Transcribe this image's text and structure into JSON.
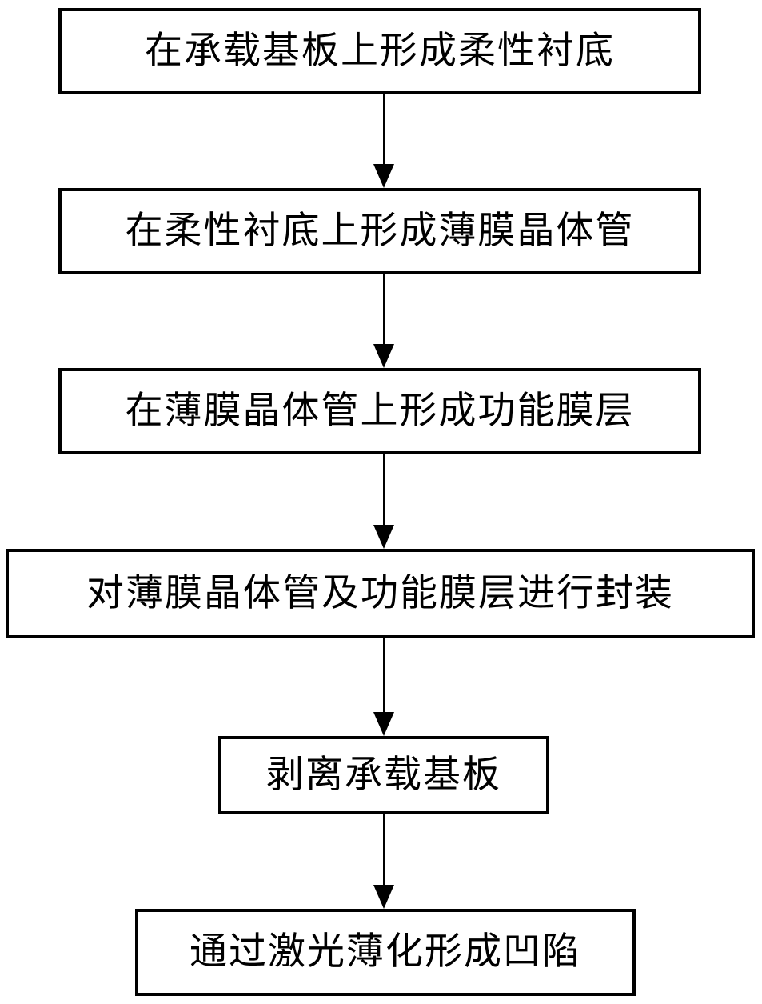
{
  "diagram": {
    "type": "flowchart",
    "orientation": "vertical-top-to-bottom",
    "background_color": "#ffffff",
    "line_color": "#000000",
    "text_color": "#000000",
    "nodes": [
      {
        "id": "step-1",
        "label": "在承载基板上形成柔性衬底"
      },
      {
        "id": "step-2",
        "label": "在柔性衬底上形成薄膜晶体管"
      },
      {
        "id": "step-3",
        "label": "在薄膜晶体管上形成功能膜层"
      },
      {
        "id": "step-4",
        "label": "对薄膜晶体管及功能膜层进行封装"
      },
      {
        "id": "step-5",
        "label": "剥离承载基板"
      },
      {
        "id": "step-6",
        "label": "通过激光薄化形成凹陷"
      }
    ],
    "connectors": [
      {
        "id": "conn-1",
        "from": "step-1",
        "to": "step-2",
        "style": "solid-line-with-filled-arrowhead"
      },
      {
        "id": "conn-2",
        "from": "step-2",
        "to": "step-3",
        "style": "solid-line-with-filled-arrowhead"
      },
      {
        "id": "conn-3",
        "from": "step-3",
        "to": "step-4",
        "style": "solid-line-with-filled-arrowhead"
      },
      {
        "id": "conn-4",
        "from": "step-4",
        "to": "step-5",
        "style": "solid-line-with-filled-arrowhead"
      },
      {
        "id": "conn-5",
        "from": "step-5",
        "to": "step-6",
        "style": "solid-line-with-filled-arrowhead"
      }
    ]
  }
}
